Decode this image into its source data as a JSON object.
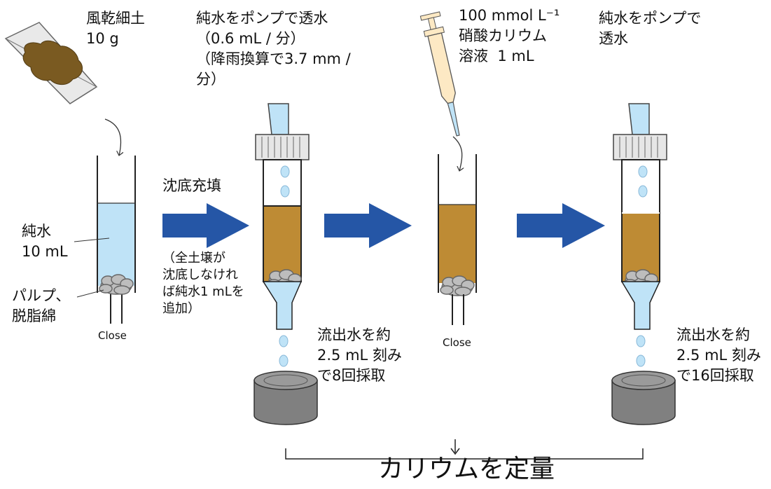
{
  "labels": {
    "air_dried_soil": "風乾細土\n10 g",
    "pure_water_volume": "純水\n10 mL",
    "pulp_cotton": "パルプ、\n脱脂綿",
    "close_1": "Close",
    "close_2": "Close",
    "sediment_fill": "沈底充填",
    "add_water_note": "（全土壌が\n沈底しなけれ\nば純水1 mLを\n追加）",
    "pump_flow_1": "純水をポンプで透水\n（0.6 mL / 分）\n（降雨換算で3.7 mm /\n分）",
    "kno3_solution": "100 mmol L⁻¹\n硝酸カリウム\n溶液  1 mL",
    "pump_flow_2": "純水をポンプで\n透水",
    "effluent_8": "流出水を約\n2.5 mL 刻み\nで8回採取",
    "effluent_16": "流出水を約\n2.5 mL 刻み\nで16回採取",
    "result": "カリウムを定量"
  },
  "colors": {
    "water": "#bfe3f7",
    "soil_sample": "#7a5a21",
    "packed_soil": "#be8b34",
    "arrow": "#2556a6",
    "cap": "#e6e6e6",
    "cup": "#808080",
    "cotton": "#bdbdbd",
    "pipette_body": "#fde9c4"
  }
}
